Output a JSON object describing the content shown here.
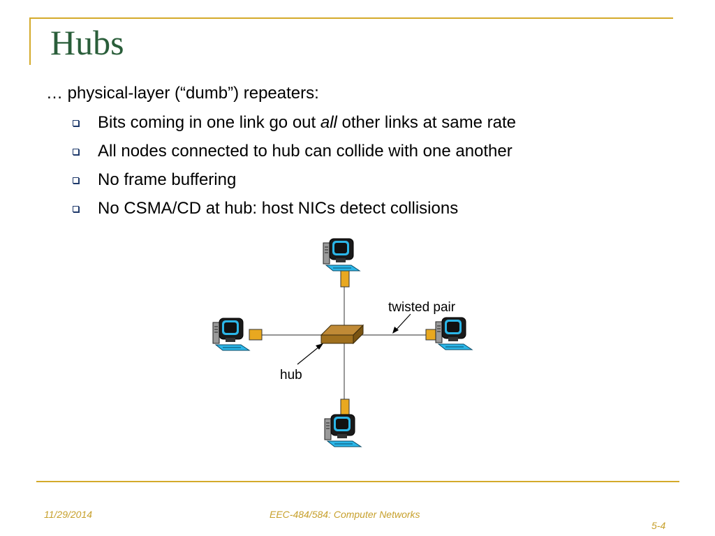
{
  "slide": {
    "title": "Hubs",
    "intro": "… physical-layer (“dumb”) repeaters:",
    "bullets": [
      {
        "before": "Bits coming in one link go out ",
        "emph": "all",
        "after": " other links at same rate"
      },
      {
        "before": "All nodes connected to hub can collide with one another",
        "emph": "",
        "after": ""
      },
      {
        "before": "No frame buffering",
        "emph": "",
        "after": ""
      },
      {
        "before": "No CSMA/CD at hub: host NICs detect collisions",
        "emph": "",
        "after": ""
      }
    ],
    "bullet_icon": "hollow-square-bullet"
  },
  "diagram": {
    "labels": {
      "twisted_pair": "twisted pair",
      "hub": "hub"
    },
    "icons": [
      "desktop-computer-icon",
      "network-interface-card-icon",
      "hub-box-icon"
    ],
    "colors": {
      "hub": "#a0701e",
      "nic": "#e8a820",
      "screen": "#2bb6e8"
    }
  },
  "footer": {
    "date": "11/29/2014",
    "course": "EEC-484/584: Computer Networks",
    "page": "5-4"
  },
  "colors": {
    "accent": "#d4aa2b",
    "title": "#2a5e3a",
    "footer_text": "#c7a02c"
  }
}
